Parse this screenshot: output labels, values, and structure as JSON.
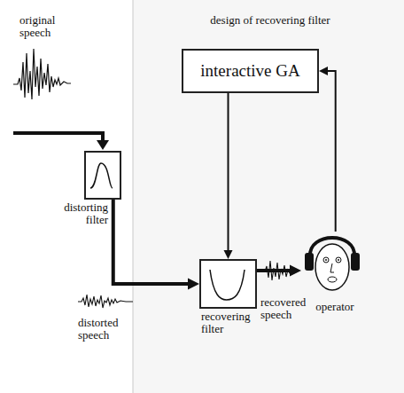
{
  "diagram": {
    "nodes": [
      {
        "text": [
          "interactive GA"
        ]
      },
      {
        "text": [
          "distorting filter"
        ]
      },
      {
        "text": [
          "recovering filter"
        ]
      },
      {
        "text": [
          "operator"
        ]
      }
    ],
    "edges": [
      {
        "from": 1,
        "to": 2,
        "arrow": "to"
      },
      {
        "from": 2,
        "to": 3,
        "arrow": "to"
      },
      {
        "from": 3,
        "to": 0,
        "arrow": "to"
      },
      {
        "from": 0,
        "to": 2,
        "arrow": "to"
      }
    ],
    "labels": [
      "design of recovering filter",
      "original speech",
      "distorted speech",
      "recovered speech"
    ]
  }
}
